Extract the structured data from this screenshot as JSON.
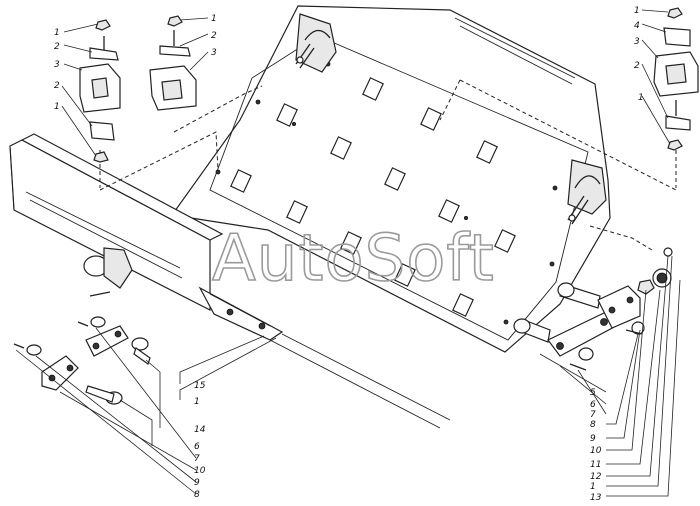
{
  "watermark": "AutoSoft",
  "labels": {
    "top_left": [
      "1",
      "2",
      "3",
      "2",
      "1"
    ],
    "top_mid": [
      "1",
      "2",
      "3"
    ],
    "top_right": [
      "1",
      "4",
      "3",
      "2",
      "1"
    ],
    "bottom_center": [
      "15",
      "1",
      "14",
      "6",
      "7",
      "10",
      "9",
      "8"
    ],
    "bottom_right": [
      "5",
      "6",
      "7",
      "8",
      "9",
      "10",
      "11",
      "12",
      "1",
      "13"
    ]
  }
}
